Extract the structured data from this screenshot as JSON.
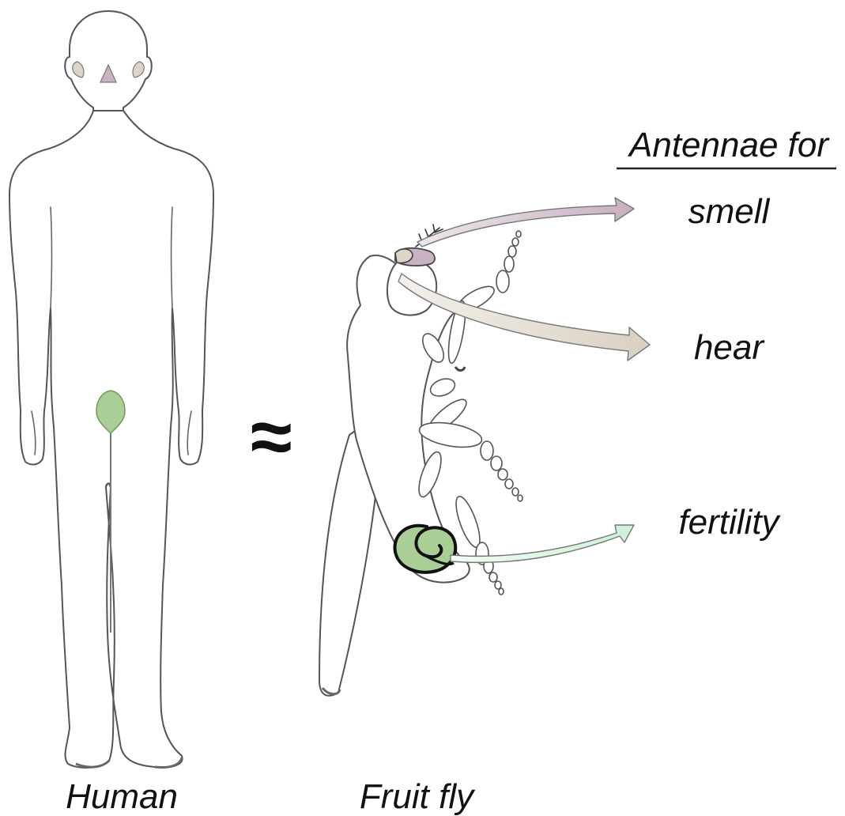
{
  "colors": {
    "smell": "#c9b3c2",
    "hear": "#ddd5c8",
    "fertility": "#d8f5e1",
    "organ_green": "#a9cf97",
    "organ_green_stroke": "#6f9a5c",
    "outline": "#555555",
    "text": "#111111"
  },
  "labels": {
    "human": "Human",
    "fruit_fly": "Fruit fly",
    "approx_symbol": "≈",
    "header": "Antennae for",
    "smell": "smell",
    "hear": "hear",
    "fertility": "fertility"
  }
}
